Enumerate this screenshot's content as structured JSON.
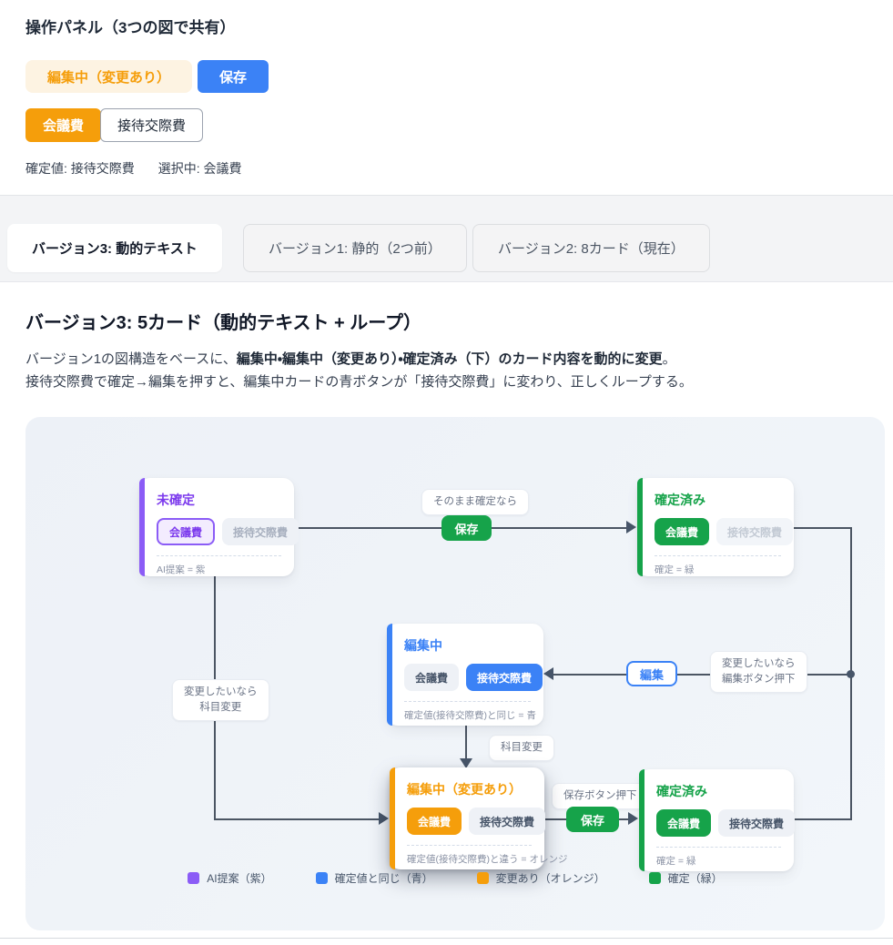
{
  "header": {
    "title": "操作パネル（3つの図で共有）",
    "status_badge": "編集中（変更あり）",
    "save_button": "保存",
    "toggle_kaigi": "会議費",
    "toggle_settai": "接待交際費",
    "confirmed_value": "確定値: 接待交際費",
    "selected_value": "選択中: 会議費"
  },
  "tabs": [
    {
      "label": "バージョン3: 動的テキスト",
      "active": true
    },
    {
      "label": "バージョン1: 静的（2つ前）",
      "active": false
    },
    {
      "label": "バージョン2: 8カード（現在）",
      "active": false
    }
  ],
  "section": {
    "heading": "バージョン3: 5カード（動的テキスト + ループ）",
    "desc1_normal": "バージョン1の図構造をベースに、",
    "desc1_bold": "編集中・編集中（変更あり）・確定済み（下）のカード内容を動的に変更",
    "desc1_tail": "。",
    "desc2": "接待交際費で確定→編集を押すと、編集中カードの青ボタンが「接待交際費」に変わり、正しくループする。"
  },
  "diagram": {
    "cards": {
      "undecided": {
        "title": "未確定",
        "btn1": "会議費",
        "btn2": "接待交際費",
        "note": "AI提案 = 紫"
      },
      "decided_top": {
        "title": "確定済み",
        "btn1": "会議費",
        "btn2": "接待交際費",
        "note": "確定 = 緑"
      },
      "editing": {
        "title": "編集中",
        "btn1": "会議費",
        "btn2": "接待交際費",
        "note": "確定値(接待交際費)と同じ = 青"
      },
      "editing_changed": {
        "title": "編集中（変更あり）",
        "btn1": "会議費",
        "btn2": "接待交際費",
        "note": "確定値(接待交際費)と違う = オレンジ"
      },
      "decided_bottom": {
        "title": "確定済み",
        "btn1": "会議費",
        "btn2": "接待交際費",
        "note": "確定 = 緑"
      }
    },
    "flow_labels": {
      "keep_confirm": "そのまま確定なら",
      "want_change_edit_l1": "変更したいなら",
      "want_change_edit_l2": "編集ボタン押下",
      "want_change_subject_l1": "変更したいなら",
      "want_change_subject_l2": "科目変更",
      "subject_change": "科目変更",
      "save_pressed": "保存ボタン押下"
    },
    "flow_buttons": {
      "save_top": "保存",
      "edit": "編集",
      "save_bottom": "保存"
    },
    "legend": [
      {
        "label": "AI提案（紫）",
        "color": "#8b5cf6"
      },
      {
        "label": "確定値と同じ（青）",
        "color": "#3b82f6"
      },
      {
        "label": "変更あり（オレンジ）",
        "color": "#f59e0b"
      },
      {
        "label": "確定（緑）",
        "color": "#16a34a"
      }
    ]
  },
  "colors": {
    "purple": "#8b5cf6",
    "blue": "#3b82f6",
    "orange": "#f59e0b",
    "green": "#16a34a",
    "line": "#475569"
  }
}
